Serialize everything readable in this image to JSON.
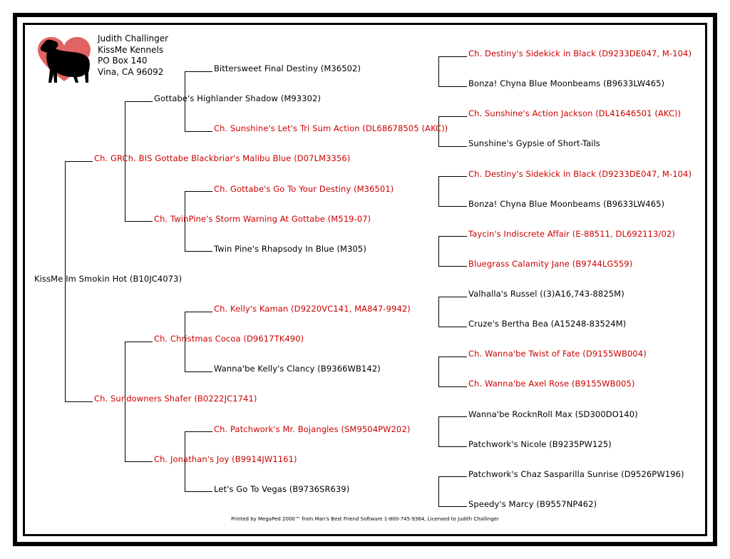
{
  "owner": {
    "name": "Judith Challinger",
    "kennel": "KissMe Kennels",
    "address": "PO Box 140",
    "city": "Vina, CA 96092"
  },
  "colors": {
    "champion": "#cc0000",
    "normal": "#000000",
    "heart": "#e06464"
  },
  "subject": {
    "name": "KissMe Im Smokin Hot (B10JC4073)",
    "champion": false
  },
  "gen1": [
    {
      "name": "Ch. GRCh. BIS Gottabe Blackbriar's Malibu Blue (D07LM3356)",
      "champion": true
    },
    {
      "name": "Ch. Sundowners Shafer (B0222JC1741)",
      "champion": true
    }
  ],
  "gen2": [
    {
      "name": "Gottabe's Highlander Shadow (M93302)",
      "champion": false
    },
    {
      "name": "Ch. TwinPine's Storm Warning At Gottabe (M519-07)",
      "champion": true
    },
    {
      "name": "Ch. Christmas Cocoa (D9617TK490)",
      "champion": true
    },
    {
      "name": "Ch. Jonathan's Joy (B9914JW1161)",
      "champion": true
    }
  ],
  "gen3": [
    {
      "name": "Bittersweet Final Destiny (M36502)",
      "champion": false
    },
    {
      "name": "Ch. Sunshine's Let's Tri Sum Action (DL68678505 (AKC))",
      "champion": true
    },
    {
      "name": "Ch. Gottabe's Go To Your Destiny (M36501)",
      "champion": true
    },
    {
      "name": "Twin Pine's Rhapsody In Blue (M305)",
      "champion": false
    },
    {
      "name": "Ch. Kelly's Kaman (D9220VC141, MA847-9942)",
      "champion": true
    },
    {
      "name": "Wanna'be Kelly's Clancy (B9366WB142)",
      "champion": false
    },
    {
      "name": "Ch. Patchwork's Mr. Bojangles (SM9504PW202)",
      "champion": true
    },
    {
      "name": "Let's Go To Vegas (B9736SR639)",
      "champion": false
    }
  ],
  "gen4": [
    {
      "name": "Ch. Destiny's Sidekick in Black (D9233DE047, M-104)",
      "champion": true
    },
    {
      "name": "Bonza! Chyna Blue Moonbeams (B9633LW465)",
      "champion": false
    },
    {
      "name": "Ch. Sunshine's Action Jackson (DL41646501 (AKC))",
      "champion": true
    },
    {
      "name": "Sunshine's Gypsie of Short-Tails",
      "champion": false
    },
    {
      "name": "Ch. Destiny's Sidekick in Black (D9233DE047, M-104)",
      "champion": true
    },
    {
      "name": "Bonza! Chyna Blue Moonbeams (B9633LW465)",
      "champion": false
    },
    {
      "name": "Taycin's Indiscrete Affair (E-88511, DL692113/02)",
      "champion": true
    },
    {
      "name": "Bluegrass Calamity Jane (B9744LG559)",
      "champion": true
    },
    {
      "name": "Valhalla's Russel ((3)A16,743-8825M)",
      "champion": false
    },
    {
      "name": "Cruze's Bertha Bea (A15248-83524M)",
      "champion": false
    },
    {
      "name": "Ch. Wanna'be Twist of Fate (D9155WB004)",
      "champion": true
    },
    {
      "name": "Ch. Wanna'be Axel Rose (B9155WB005)",
      "champion": true
    },
    {
      "name": "Wanna'be RocknRoll Max (SD300DO140)",
      "champion": false
    },
    {
      "name": "Patchwork's Nicole (B9235PW125)",
      "champion": false
    },
    {
      "name": "Patchwork's Chaz Sasparilla Sunrise (D9526PW196)",
      "champion": false
    },
    {
      "name": "Speedy's Marcy (B9557NP462)",
      "champion": false
    }
  ],
  "footer": "Printed by MegaPed 2000™ from Man's Best Friend Software 1-800-745-9364, Licensed to Judith Challinger",
  "logo_icon": "heart-with-dog-silhouette"
}
